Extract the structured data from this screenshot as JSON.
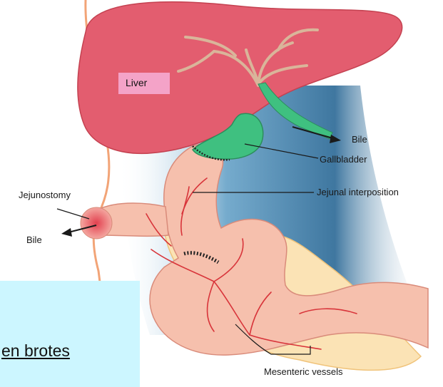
{
  "labels": {
    "liver": "Liver",
    "bile_top": "Bile",
    "gallbladder": "Gallbladder",
    "jejunostomy": "Jejunostomy",
    "bile_left": "Bile",
    "jejunal_interposition": "Jejunal interposition",
    "mesenteric_vessels": "Mesenteric vessels"
  },
  "caption": "en brotes",
  "colors": {
    "liver": "#e35d6f",
    "bile_duct": "#3fc080",
    "intestine": "#f6c0ad",
    "mesentery": "#fbe3b5",
    "vessels": "#d8343a",
    "shadow": "#1f6e9c",
    "caption_box": "#ccf6ff"
  }
}
